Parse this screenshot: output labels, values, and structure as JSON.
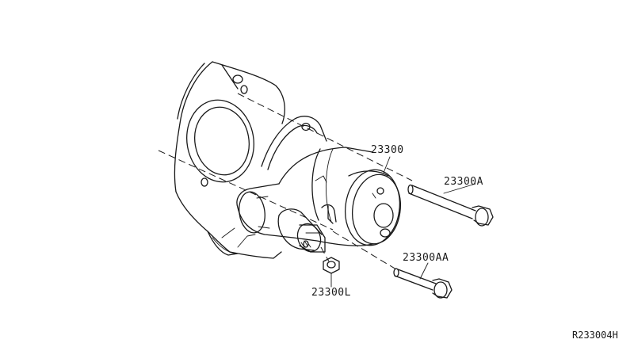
{
  "diagram": {
    "parts": [
      {
        "id": "starter",
        "label": "23300"
      },
      {
        "id": "bolt-long",
        "label": "23300A"
      },
      {
        "id": "bolt-lower",
        "label": "23300AA"
      },
      {
        "id": "nut",
        "label": "23300L"
      }
    ],
    "reference_code": "R233004H",
    "line_color": "#1a1a1a",
    "background": "#ffffff"
  }
}
